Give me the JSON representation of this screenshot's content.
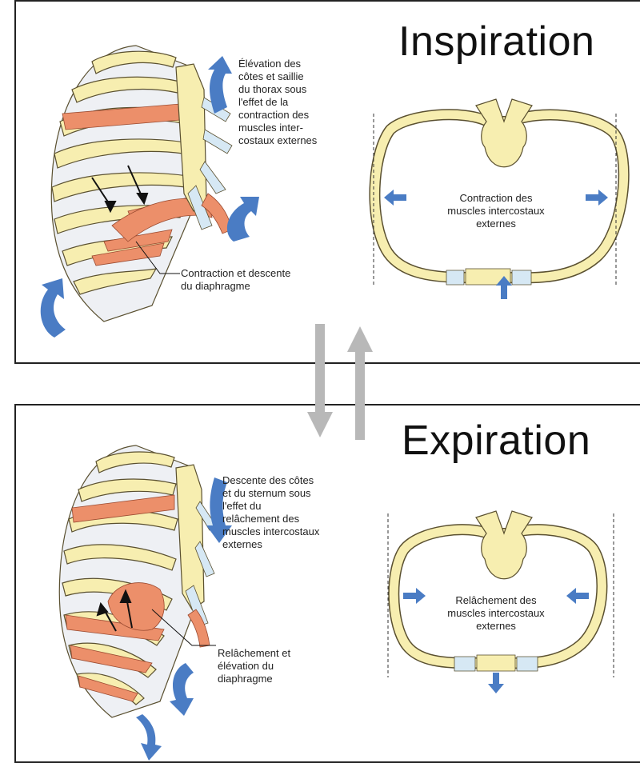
{
  "inspiration": {
    "title": "Inspiration",
    "rib_caption": "Élévation des\ncôtes et saillie\ndu thorax sous\nl'effet de la\ncontraction des\nmuscles inter-\ncostaux externes",
    "diaphragm_caption": "Contraction et descente\ndu diaphragme",
    "cross_caption": "Contraction des\nmuscles intercostaux\nexternes"
  },
  "expiration": {
    "title": "Expiration",
    "rib_caption": "Descente des côtes\net du sternum sous\nl'effet du\nrelâchement des\nmuscles intercostaux\nexternes",
    "diaphragm_caption": "Relâchement et\nélévation du\ndiaphragme",
    "cross_caption": "Relâchement des\nmuscles intercostaux\nexternes"
  },
  "colors": {
    "bone": "#f7eeb0",
    "bone_stroke": "#5a5030",
    "cartilage": "#d6e8f4",
    "muscle": "#ec8f6a",
    "arrow_blue": "#4a7cc4",
    "flow_gray": "#b8b8b8"
  }
}
